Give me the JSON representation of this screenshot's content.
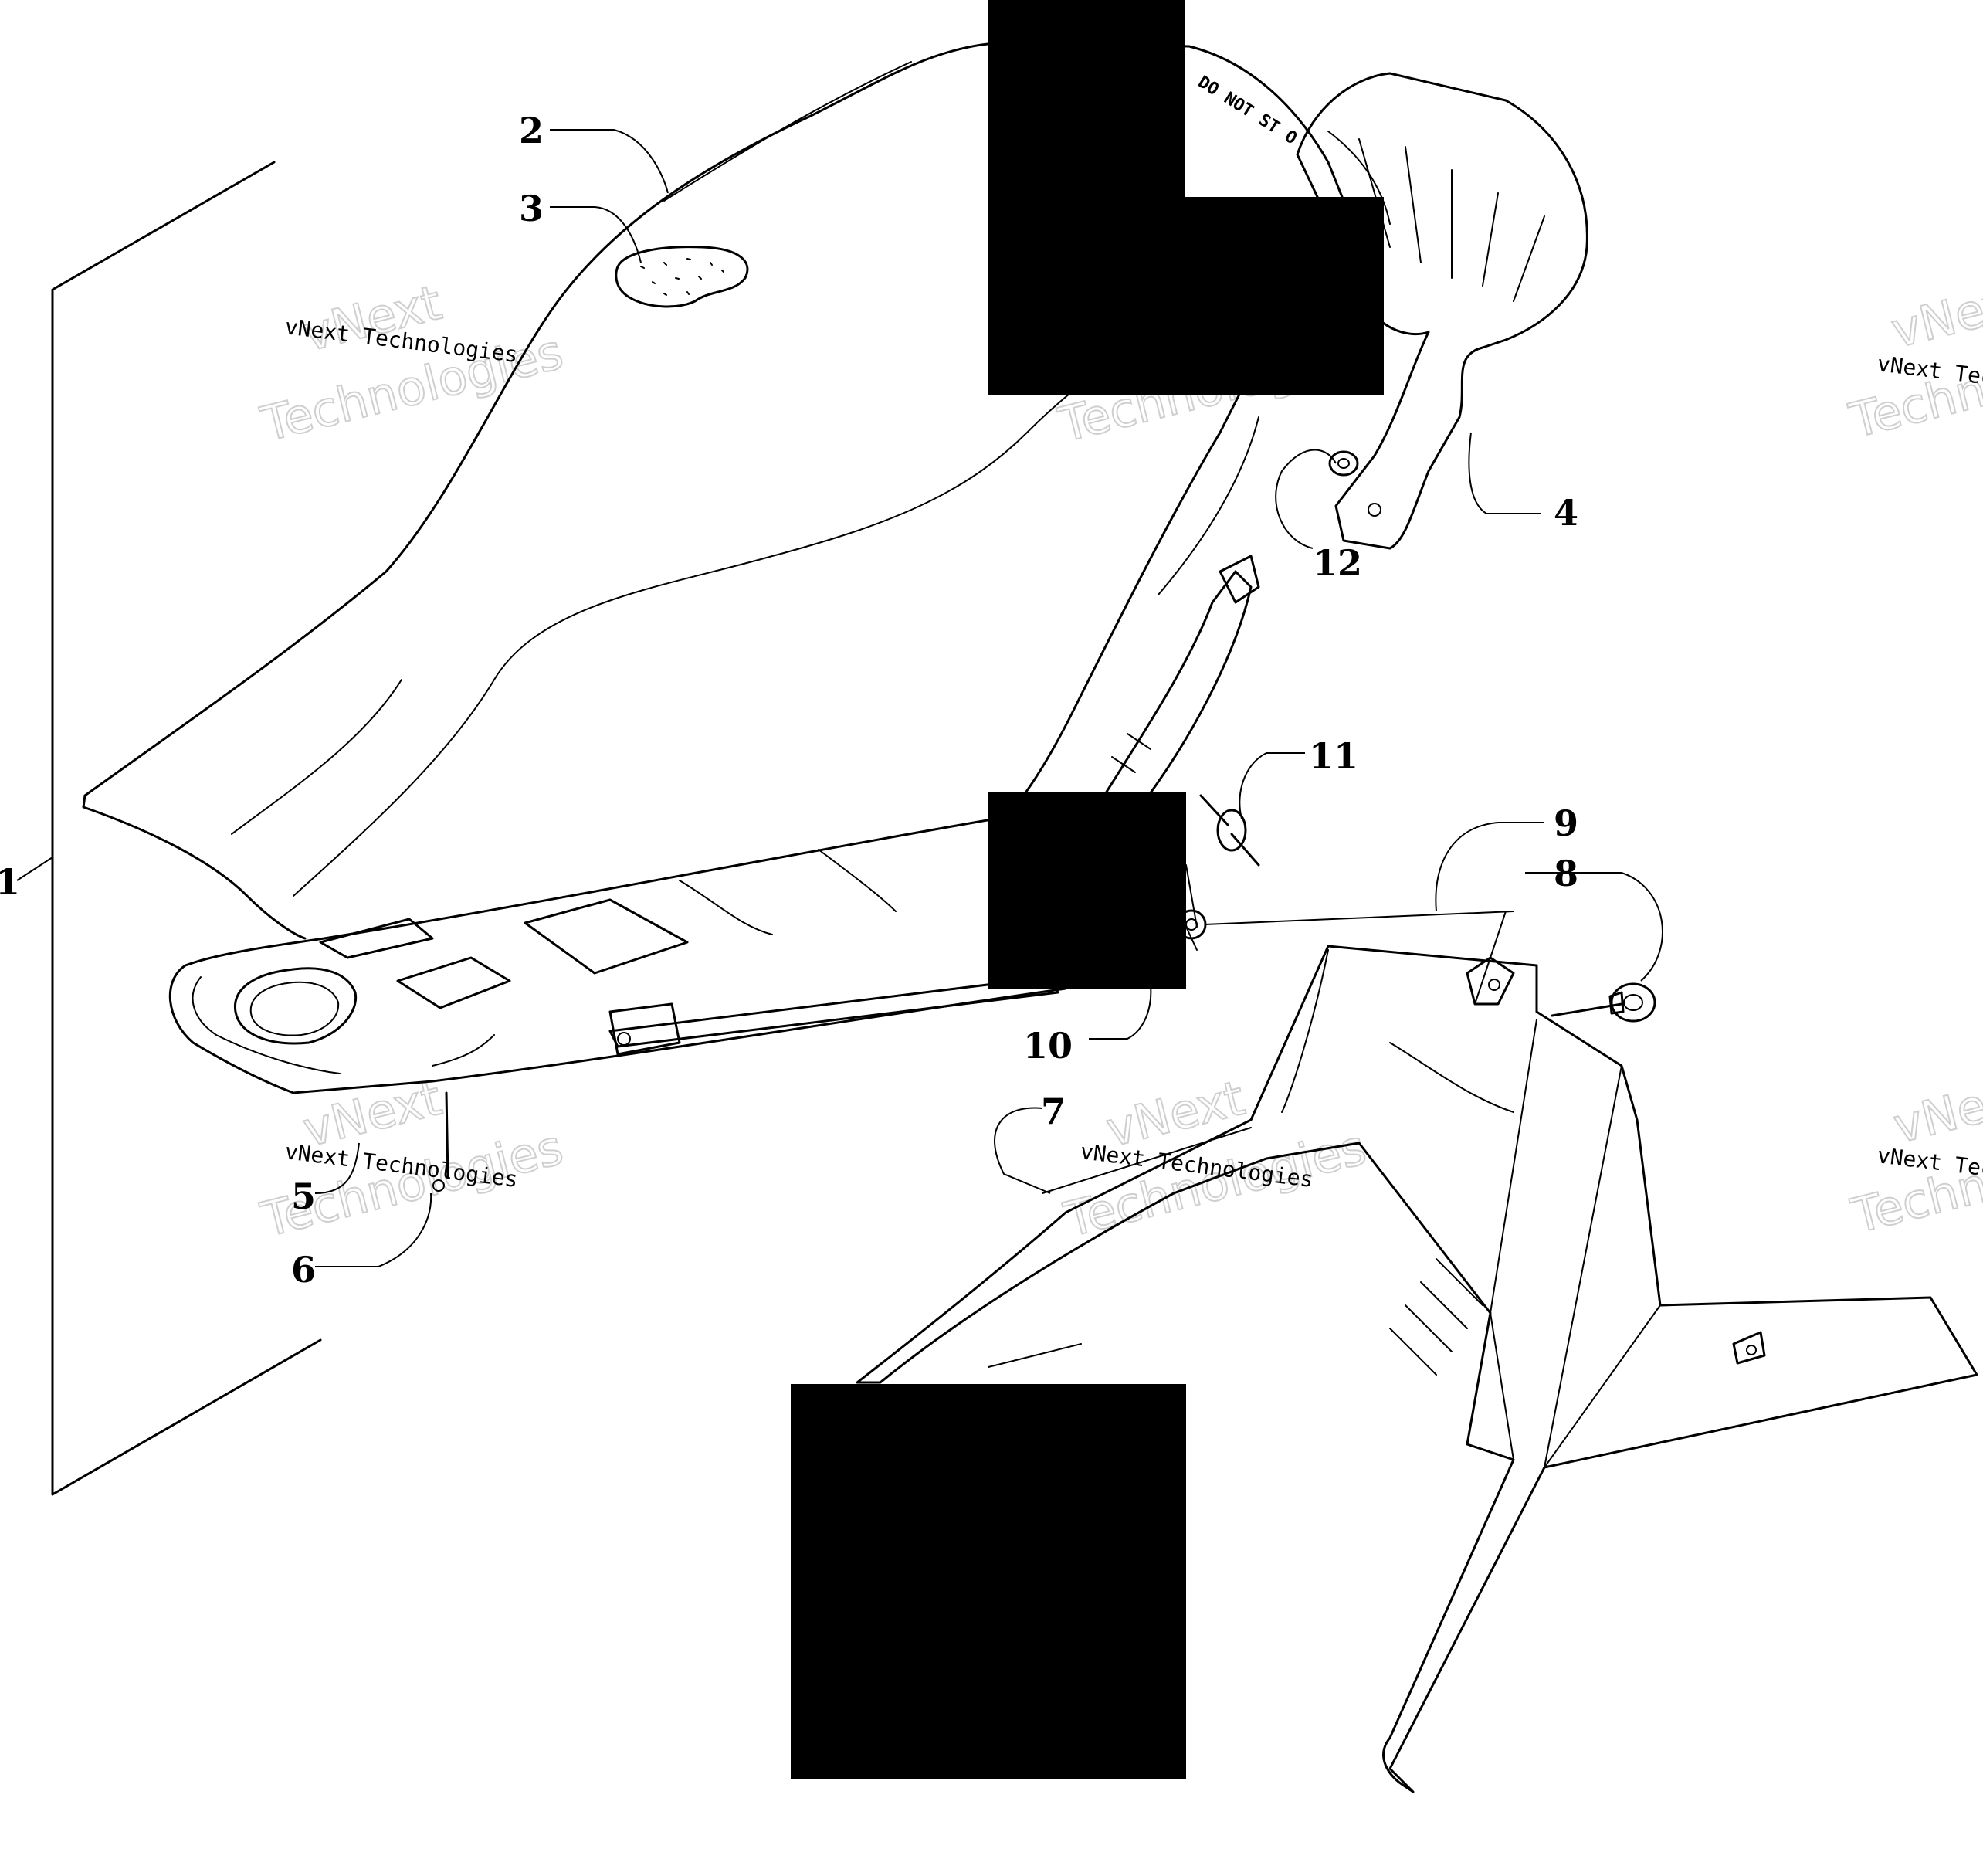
{
  "callouts": {
    "c1": "1",
    "c2": "2",
    "c3": "3",
    "c4": "4",
    "c5": "5",
    "c6": "6",
    "c7": "7",
    "c8": "8",
    "c9": "9",
    "c10": "10",
    "c11": "11",
    "c12": "12"
  },
  "watermark": {
    "line_small": "vNext Technologies",
    "line_small_cut": "vNext Tec",
    "big_top": "vNext",
    "big_bottom": "Technologies",
    "big_bottom_cut": "Techno"
  },
  "seat_imprint": "DO NOT ST O",
  "colors": {
    "ink": "#000000",
    "paper": "#ffffff",
    "watermark": "#cfcfcf"
  }
}
